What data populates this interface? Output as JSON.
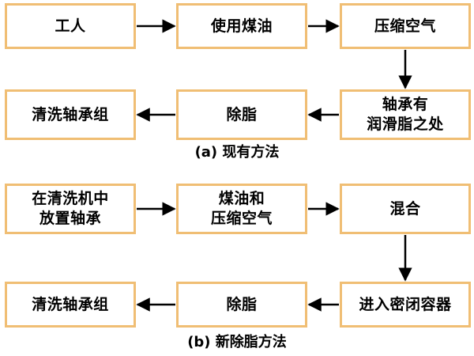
{
  "diagram_a": {
    "nodes": {
      "worker": "工人",
      "use_kerosene": "使用煤油",
      "compressed_air": "压缩空气",
      "grease_location": "轴承有\n润滑脂之处",
      "degrease": "除脂",
      "clean_bearing_group": "清洗轴承组"
    },
    "caption": "(a) 现有方法"
  },
  "diagram_b": {
    "nodes": {
      "place_bearing": "在清洗机中\n放置轴承",
      "kerosene_and_air": "煤油和\n压缩空气",
      "mix": "混合",
      "enter_container": "进入密闭容器",
      "degrease": "除脂",
      "clean_bearing_group": "清洗轴承组"
    },
    "caption": "(b) 新除脂方法"
  },
  "colors": {
    "box_border": "#f0be74",
    "arrow": "#000000"
  }
}
